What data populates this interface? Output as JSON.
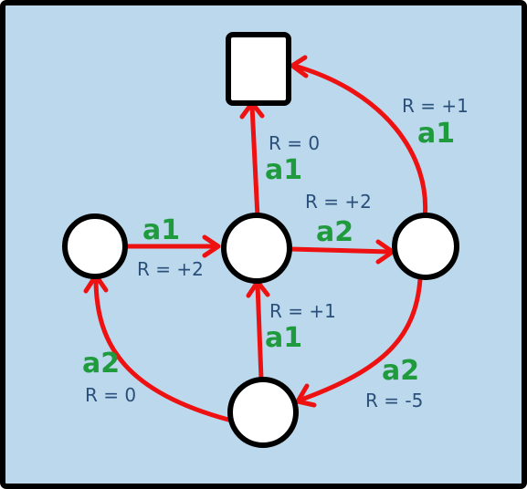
{
  "colors": {
    "background": "#bcd8ec",
    "border": "#000000",
    "edge": "#ee1111",
    "action_text": "#1f9a3c",
    "reward_text": "#2a4f7a",
    "node_fill": "#ffffff",
    "node_stroke": "#000000"
  },
  "nodes": [
    {
      "id": "left",
      "shape": "circle"
    },
    {
      "id": "center",
      "shape": "circle"
    },
    {
      "id": "right",
      "shape": "circle"
    },
    {
      "id": "bottom",
      "shape": "circle"
    },
    {
      "id": "terminal",
      "shape": "square"
    }
  ],
  "edges": [
    {
      "from": "left",
      "to": "center",
      "action": "a1",
      "reward": "R = +2"
    },
    {
      "from": "center",
      "to": "terminal",
      "action": "a1",
      "reward": "R = 0"
    },
    {
      "from": "center",
      "to": "right",
      "action": "a2",
      "reward": "R = +2"
    },
    {
      "from": "right",
      "to": "terminal",
      "action": "a1",
      "reward": "R = +1"
    },
    {
      "from": "bottom",
      "to": "center",
      "action": "a1",
      "reward": "R = +1"
    },
    {
      "from": "right",
      "to": "bottom",
      "action": "a2",
      "reward": "R = -5"
    },
    {
      "from": "bottom",
      "to": "left",
      "action": "a2",
      "reward": "R = 0"
    }
  ]
}
